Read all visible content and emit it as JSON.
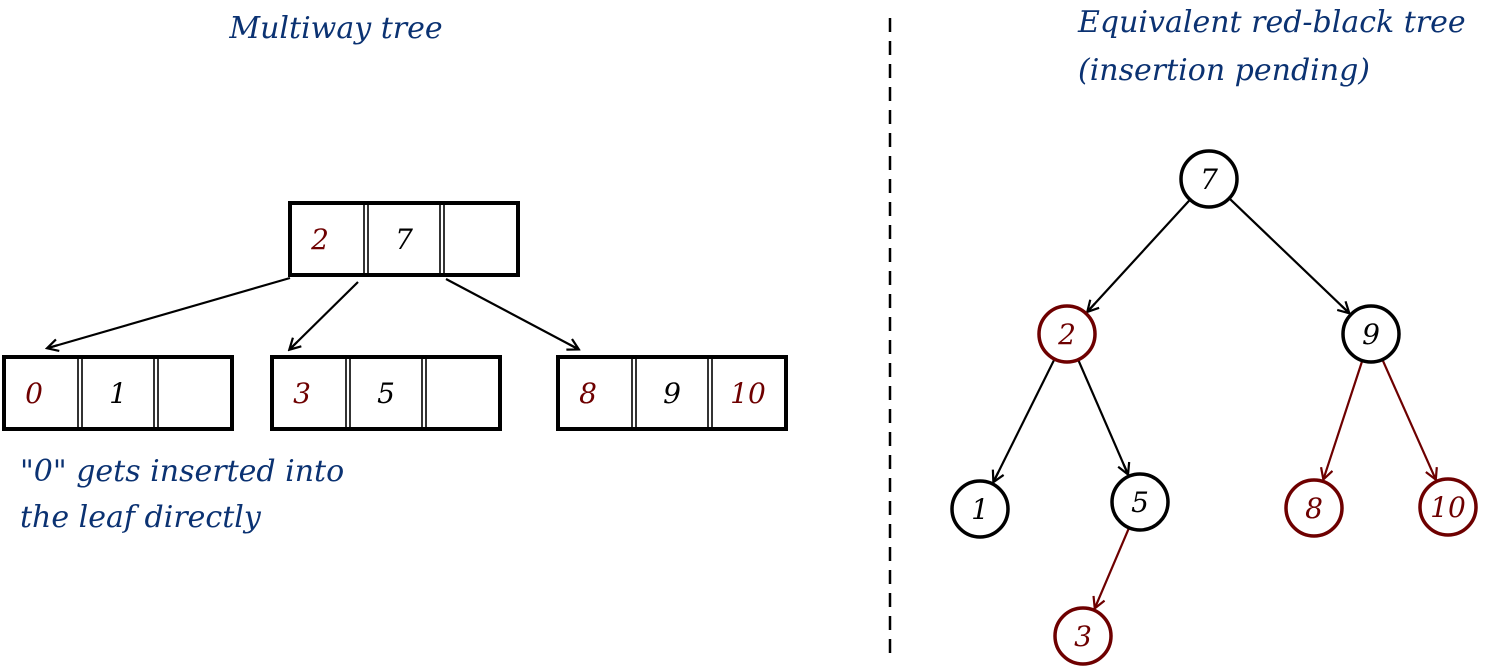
{
  "colors": {
    "caption": "#0b3272",
    "black": "#000000",
    "red": "#6e0000"
  },
  "left_panel": {
    "title": "Multiway tree",
    "note_line1": "\"0\" gets inserted into",
    "note_line2": "the leaf directly",
    "root": {
      "cells": [
        {
          "v": "2",
          "red": true
        },
        {
          "v": "7",
          "red": false
        },
        {
          "v": "",
          "red": false
        }
      ]
    },
    "leaves": [
      {
        "cells": [
          {
            "v": "0",
            "red": true
          },
          {
            "v": "1",
            "red": false
          },
          {
            "v": "",
            "red": false
          }
        ]
      },
      {
        "cells": [
          {
            "v": "3",
            "red": true
          },
          {
            "v": "5",
            "red": false
          },
          {
            "v": "",
            "red": false
          }
        ]
      },
      {
        "cells": [
          {
            "v": "8",
            "red": true
          },
          {
            "v": "9",
            "red": false
          },
          {
            "v": "10",
            "red": true
          }
        ]
      }
    ]
  },
  "right_panel": {
    "title_line1": "Equivalent red-black tree",
    "title_line2": "(insertion pending)",
    "nodes": [
      {
        "id": "n7",
        "v": "7",
        "red": false
      },
      {
        "id": "n2",
        "v": "2",
        "red": true
      },
      {
        "id": "n9",
        "v": "9",
        "red": false
      },
      {
        "id": "n1",
        "v": "1",
        "red": false
      },
      {
        "id": "n5",
        "v": "5",
        "red": false
      },
      {
        "id": "n8",
        "v": "8",
        "red": true
      },
      {
        "id": "n10",
        "v": "10",
        "red": true
      },
      {
        "id": "n3",
        "v": "3",
        "red": true
      }
    ],
    "edges": [
      {
        "from": "n7",
        "to": "n2",
        "red": false
      },
      {
        "from": "n7",
        "to": "n9",
        "red": false
      },
      {
        "from": "n2",
        "to": "n1",
        "red": false
      },
      {
        "from": "n2",
        "to": "n5",
        "red": false
      },
      {
        "from": "n9",
        "to": "n8",
        "red": true
      },
      {
        "from": "n9",
        "to": "n10",
        "red": true
      },
      {
        "from": "n5",
        "to": "n3",
        "red": true
      }
    ]
  }
}
